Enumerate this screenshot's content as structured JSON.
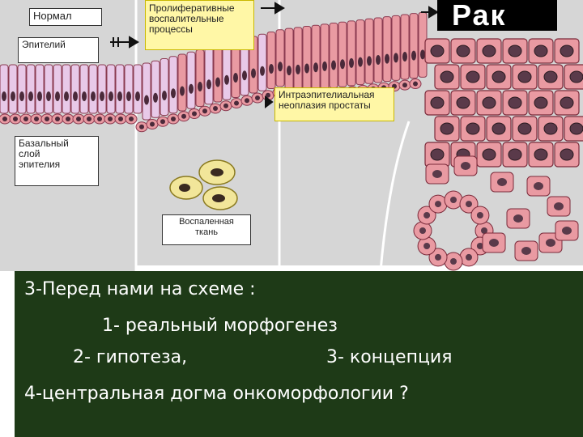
{
  "labels": {
    "normal": "Нормал",
    "epithelium": "Эпителий",
    "proliferative_1": "Пролиферативные",
    "proliferative_2": "воспалительные",
    "proliferative_3": "процессы",
    "pin_1": "Интраэпителиальная",
    "pin_2": "неоплазия простаты",
    "basal_1": "Базальный",
    "basal_2": "слой",
    "basal_3": "эпителия",
    "inflamed_1": "Воспаленная",
    "inflamed_2": "ткань",
    "cancer": "Рак"
  },
  "question": {
    "line0": "3-Перед нами на схеме :",
    "opt1": "1- реальный  морфогенез",
    "opt2": "2- гипотеза,",
    "opt3": "3- концепция",
    "opt4": "4-центральная  догма онкоморфологии ?"
  },
  "colors": {
    "diagram_bg": "#d6d6d6",
    "panel_bg": "#1e3a17",
    "cell_pink": "#e99aa2",
    "cell_lilac": "#e8c9e8",
    "label_yellow": "#fff7a6"
  }
}
